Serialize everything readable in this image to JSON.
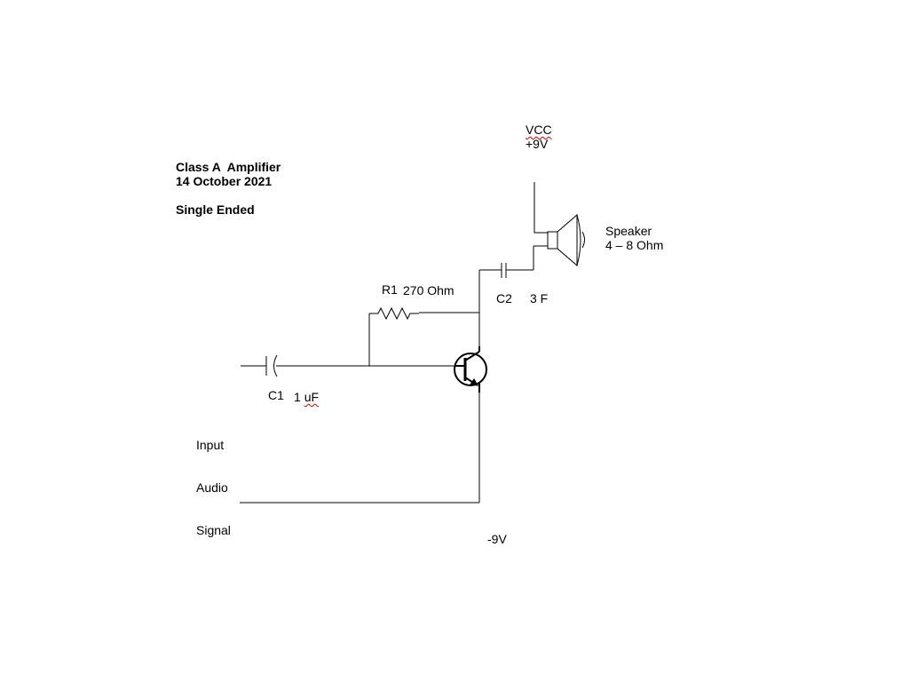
{
  "title": {
    "line1": "Class A  Amplifier",
    "line2": "Single Ended",
    "date": "14 October 2021"
  },
  "supply": {
    "vcc_label": "VCC",
    "vcc_voltage": "+9V",
    "negative_voltage": "-9V"
  },
  "components": {
    "speaker": {
      "name": "Speaker",
      "impedance": "4 – 8 Ohm"
    },
    "r1": {
      "name": "R1",
      "value": "270 Ohm"
    },
    "c2": {
      "name": "C2",
      "value": "3 F"
    },
    "c1": {
      "name": "C1",
      "value_number": "1 ",
      "value_unit": "uF"
    }
  },
  "input": {
    "line1": "Input",
    "line2": "Audio",
    "line3": "Signal"
  },
  "colors": {
    "wire": "#000000",
    "spellcheck": "#d00000"
  }
}
